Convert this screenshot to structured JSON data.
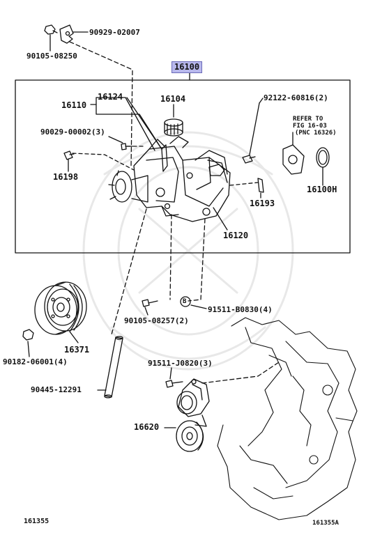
{
  "labels": {
    "p90929_02007": "90929-02007",
    "p90105_08250": "90105-08250",
    "p16100": "16100",
    "p16110": "16110",
    "p16124": "16124",
    "p16104": "16104",
    "p92122_60816": "92122-60816(2)",
    "p90029_00002": "90029-00002(3)",
    "p16198": "16198",
    "p16193": "16193",
    "p16120": "16120",
    "p16100H": "16100H",
    "p90105_08257": "90105-08257(2)",
    "p91511_B0830": "91511-B0830(4)",
    "p16371": "16371",
    "p90182_06001": "90182-06001(4)",
    "p91511_J0820": "91511-J0820(3)",
    "p90445_12291": "90445-12291",
    "p16620": "16620"
  },
  "refer": {
    "line1": "REFER TO",
    "line2": "FIG 16-03",
    "line3": "(PNC 16326)"
  },
  "marker_b": "B",
  "footer": {
    "left": "161355",
    "right": "161355A"
  },
  "colors": {
    "highlight": "#b8b8ec",
    "line": "#111111"
  }
}
